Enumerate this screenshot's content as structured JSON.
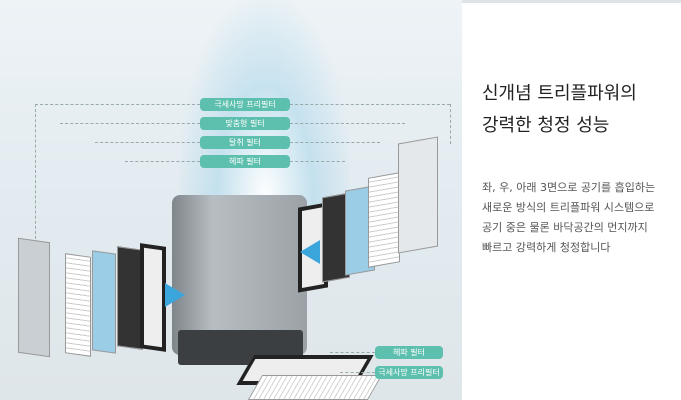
{
  "labels_top": [
    "극세사망 프리필터",
    "맞춤형 필터",
    "탈취 필터",
    "헤파 필터"
  ],
  "labels_bottom": [
    "헤파 필터",
    "극세사망 프리필터"
  ],
  "title": [
    "신개념 트리플파워의",
    "강력한 청정 성능"
  ],
  "description": [
    "좌, 우, 아래 3면으로 공기를 흡입하는",
    "새로운 방식의 트리플파워 시스템으로",
    "공기 중은 물론 바닥공간의 먼지까지",
    "빠르고 강력하게 청정합니다"
  ]
}
